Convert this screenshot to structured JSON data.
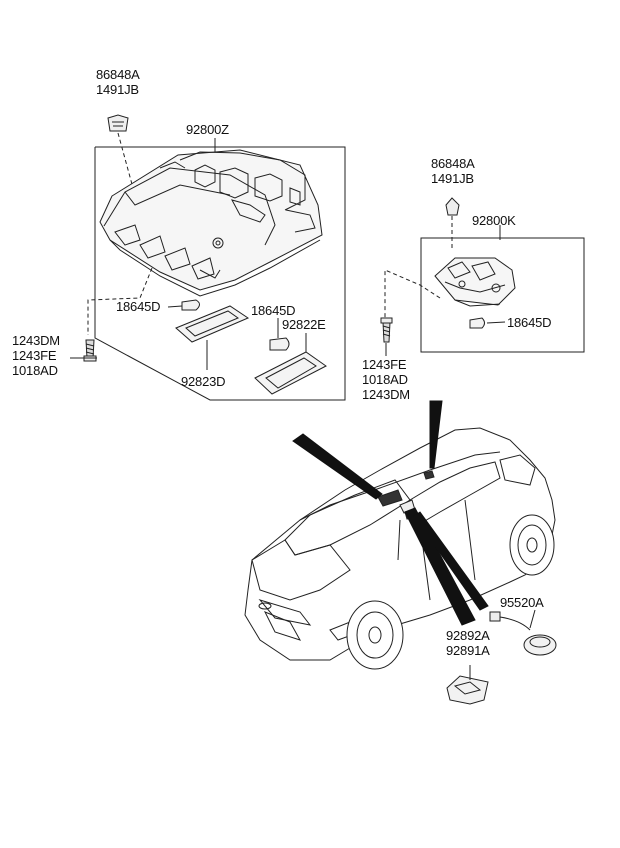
{
  "diagram": {
    "labels": {
      "clip_a": [
        "86848A",
        "1491JB"
      ],
      "overhead_console": "92800Z",
      "clip_b": [
        "86848A",
        "1491JB"
      ],
      "room_lamp": "92800K",
      "bulb_a": "18645D",
      "bulb_b": "18645D",
      "bulb_c": "18645D",
      "lens_b": "92822E",
      "lens_a": "92823D",
      "screw_a": [
        "1243DM",
        "1243FE",
        "1018AD"
      ],
      "screw_b": [
        "1243FE",
        "1018AD",
        "1243DM"
      ],
      "courtesy_lamp": "95520A",
      "luggage_lamp": [
        "92892A",
        "92891A"
      ]
    }
  }
}
